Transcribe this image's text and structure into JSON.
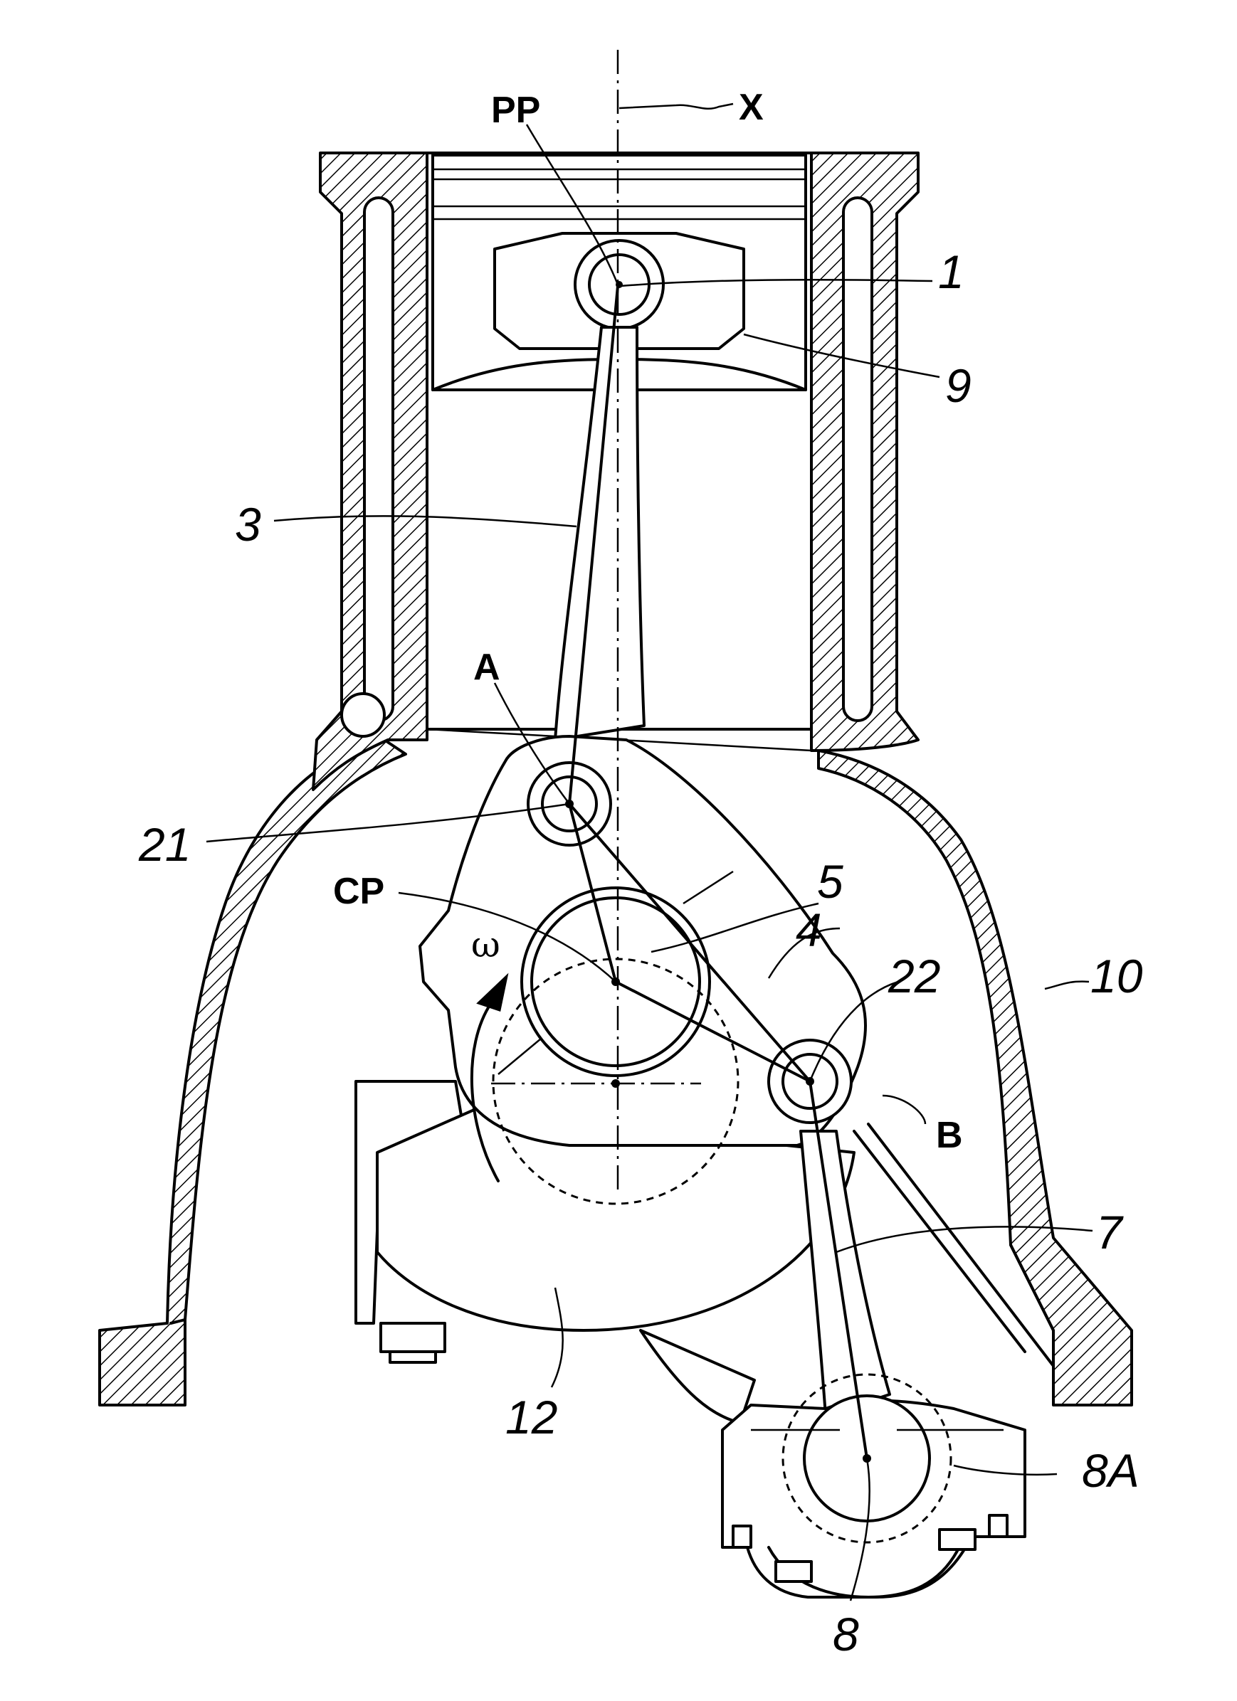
{
  "labels": {
    "pp": "PP",
    "x": "X",
    "a": "A",
    "cp": "CP",
    "b": "B",
    "omega": "ω",
    "n1": "1",
    "n9": "9",
    "n3": "3",
    "n21": "21",
    "n5": "5",
    "n4": "4",
    "n22": "22",
    "n10": "10",
    "n7": "7",
    "n12": "12",
    "n8A": "8A",
    "n8": "8"
  }
}
